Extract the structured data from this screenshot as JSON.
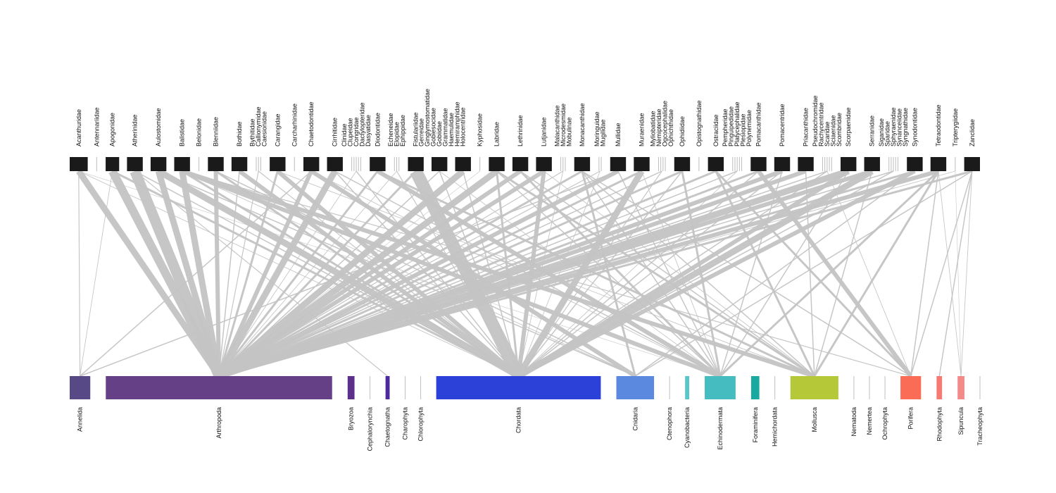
{
  "chart_data": {
    "type": "bipartite",
    "colors": {
      "top_bar": "#1a1a1a",
      "link": "#c4c4c4"
    },
    "top_groups": [
      {
        "labels": [
          "Acanthuridae"
        ],
        "w": 8
      },
      {
        "labels": [
          "Antennariidae"
        ],
        "w": 1
      },
      {
        "labels": [
          "Apogonidae"
        ],
        "w": 6
      },
      {
        "labels": [
          "Atherinidae"
        ],
        "w": 7
      },
      {
        "labels": [
          "Aulostomidae"
        ],
        "w": 7
      },
      {
        "labels": [
          "Balistidae"
        ],
        "w": 7
      },
      {
        "labels": [
          "Belonidae"
        ],
        "w": 1
      },
      {
        "labels": [
          "Blenniidae"
        ],
        "w": 7
      },
      {
        "labels": [
          "Bothidae"
        ],
        "w": 7
      },
      {
        "labels": [
          "Bythitidae",
          "Callionymidae",
          "Caesionidae"
        ],
        "w": 3
      },
      {
        "labels": [
          "Carangidae"
        ],
        "w": 7
      },
      {
        "labels": [
          "Carcharhinidae"
        ],
        "w": 1
      },
      {
        "labels": [
          "Chaetodontidae"
        ],
        "w": 7
      },
      {
        "labels": [
          "Cirrhitidae"
        ],
        "w": 7
      },
      {
        "labels": [
          "Clinidae",
          "Clupeidae",
          "Congridae",
          "Dactylopteridae",
          "Dasyatidae"
        ],
        "w": 5
      },
      {
        "labels": [
          "Diodontidae"
        ],
        "w": 7
      },
      {
        "labels": [
          "Echeneidae",
          "Elopidae",
          "Ephippidae"
        ],
        "w": 3
      },
      {
        "labels": [
          "Fistulariidae"
        ],
        "w": 7
      },
      {
        "labels": [
          "Gerreidae",
          "Ginglymostomatidae",
          "Gobiesocidae",
          "Gobiidae",
          "Grammatidae",
          "Haemulidae",
          "Hemiramphidae"
        ],
        "w": 7
      },
      {
        "labels": [
          "Holocentridae"
        ],
        "w": 7
      },
      {
        "labels": [
          "Kyphosidae"
        ],
        "w": 1
      },
      {
        "labels": [
          "Labridae"
        ],
        "w": 7
      },
      {
        "labels": [
          "Lethrinidae"
        ],
        "w": 7
      },
      {
        "labels": [
          "Lutjanidae"
        ],
        "w": 7
      },
      {
        "labels": [
          "Malacanthidae",
          "Microdesmidae",
          "Mobulinae"
        ],
        "w": 3
      },
      {
        "labels": [
          "Monacanthidae"
        ],
        "w": 7
      },
      {
        "labels": [
          "Moringuidae",
          "Mugilidae"
        ],
        "w": 2
      },
      {
        "labels": [
          "Mullidae"
        ],
        "w": 7
      },
      {
        "labels": [
          "Muraenidae"
        ],
        "w": 7
      },
      {
        "labels": [
          "Myliobatidae",
          "Nemipteridae",
          "Ogcocephalidae",
          "Ophichthidae"
        ],
        "w": 4
      },
      {
        "labels": [
          "Ophidiidae"
        ],
        "w": 7
      },
      {
        "labels": [
          "Opistognathidae"
        ],
        "w": 1
      },
      {
        "labels": [
          "Ostraciidae"
        ],
        "w": 7
      },
      {
        "labels": [
          "Pempheridae",
          "Pinguipedidae",
          "Platycephalidae",
          "Plesiopidae",
          "Polynemidae"
        ],
        "w": 5
      },
      {
        "labels": [
          "Pomacanthidae"
        ],
        "w": 7
      },
      {
        "labels": [
          "Pomacentridae"
        ],
        "w": 7
      },
      {
        "labels": [
          "Priacanthidae"
        ],
        "w": 7
      },
      {
        "labels": [
          "Pseudochromidae",
          "Rachycentridae",
          "Scaridae",
          "Sciaenidae",
          "Scombridae"
        ],
        "w": 5
      },
      {
        "labels": [
          "Scorpaenidae"
        ],
        "w": 7
      },
      {
        "labels": [
          "Serranidae"
        ],
        "w": 7
      },
      {
        "labels": [
          "Siganidae",
          "Sparidae",
          "Sphyraenidae",
          "Synanceiidae",
          "Syngnathidae"
        ],
        "w": 5
      },
      {
        "labels": [
          "Synodontidae"
        ],
        "w": 7
      },
      {
        "labels": [
          "Tetraodontidae"
        ],
        "w": 7
      },
      {
        "labels": [
          "Tripterygiidae"
        ],
        "w": 1
      },
      {
        "labels": [
          "Zanclidae"
        ],
        "w": 7
      }
    ],
    "bottom_nodes": [
      {
        "name": "Annelida",
        "color": "#574985",
        "value": 3
      },
      {
        "name": "Arthropoda",
        "color": "#664087",
        "value": 33
      },
      {
        "name": "Bryozoa",
        "color": "#5b2f8a",
        "value": 1
      },
      {
        "name": "Cephalorynchia",
        "color": "#999999",
        "value": 0
      },
      {
        "name": "Chaetognatha",
        "color": "#4a2a9e",
        "value": 0.6
      },
      {
        "name": "Charophyta",
        "color": "#999999",
        "value": 0
      },
      {
        "name": "Chlorophyta",
        "color": "#999999",
        "value": 0
      },
      {
        "name": "Chordata",
        "color": "#2b41d7",
        "value": 24
      },
      {
        "name": "Cnidaria",
        "color": "#5b89e0",
        "value": 5.5
      },
      {
        "name": "Ctenophora",
        "color": "#999999",
        "value": 0
      },
      {
        "name": "Cyanobacteria",
        "color": "#58c6cd",
        "value": 0.6
      },
      {
        "name": "Echinodermata",
        "color": "#44bcc0",
        "value": 4.5
      },
      {
        "name": "Foraminifera",
        "color": "#19a9a0",
        "value": 1.2
      },
      {
        "name": "Hemichordata",
        "color": "#2ca05e",
        "value": 0
      },
      {
        "name": "Mollusca",
        "color": "#b5c938",
        "value": 7
      },
      {
        "name": "Nematoda",
        "color": "#999999",
        "value": 0
      },
      {
        "name": "Nemertea",
        "color": "#d8c04a",
        "value": 0
      },
      {
        "name": "Ochrophyta",
        "color": "#999999",
        "value": 0
      },
      {
        "name": "Porifera",
        "color": "#fa6c55",
        "value": 3
      },
      {
        "name": "Rhodophyta",
        "color": "#f47a73",
        "value": 0.8
      },
      {
        "name": "Sipuncula",
        "color": "#f38a8a",
        "value": 1
      },
      {
        "name": "Tracheophyta",
        "color": "#999999",
        "value": 0
      }
    ],
    "links": [
      [
        0,
        0,
        0.4
      ],
      [
        0,
        1,
        3
      ],
      [
        0,
        7,
        0.3
      ],
      [
        0,
        11,
        0.2
      ],
      [
        2,
        1,
        4
      ],
      [
        2,
        7,
        1
      ],
      [
        2,
        0,
        0.3
      ],
      [
        3,
        1,
        5
      ],
      [
        3,
        7,
        0.5
      ],
      [
        3,
        4,
        0.4
      ],
      [
        4,
        1,
        3
      ],
      [
        4,
        7,
        3
      ],
      [
        4,
        8,
        0.5
      ],
      [
        5,
        1,
        3
      ],
      [
        5,
        7,
        1
      ],
      [
        5,
        11,
        2
      ],
      [
        5,
        14,
        2
      ],
      [
        5,
        18,
        0.4
      ],
      [
        5,
        8,
        0.3
      ],
      [
        7,
        1,
        2
      ],
      [
        7,
        7,
        1
      ],
      [
        7,
        8,
        0.5
      ],
      [
        8,
        7,
        2
      ],
      [
        8,
        1,
        0.5
      ],
      [
        9,
        7,
        0.4
      ],
      [
        9,
        1,
        0.4
      ],
      [
        10,
        7,
        2
      ],
      [
        10,
        1,
        1
      ],
      [
        10,
        14,
        0.3
      ],
      [
        12,
        1,
        2
      ],
      [
        12,
        8,
        2
      ],
      [
        12,
        0,
        0.5
      ],
      [
        12,
        11,
        0.3
      ],
      [
        13,
        1,
        3
      ],
      [
        13,
        7,
        0.5
      ],
      [
        13,
        11,
        0.5
      ],
      [
        14,
        7,
        0.5
      ],
      [
        14,
        1,
        0.3
      ],
      [
        15,
        11,
        2
      ],
      [
        15,
        1,
        1
      ],
      [
        15,
        14,
        1
      ],
      [
        16,
        7,
        0.4
      ],
      [
        16,
        1,
        0.3
      ],
      [
        17,
        7,
        6
      ],
      [
        17,
        1,
        1
      ],
      [
        18,
        7,
        0.5
      ],
      [
        18,
        1,
        0.5
      ],
      [
        18,
        11,
        0.3
      ],
      [
        19,
        1,
        3
      ],
      [
        19,
        7,
        0.5
      ],
      [
        20,
        1,
        0.2
      ],
      [
        21,
        1,
        3
      ],
      [
        21,
        7,
        1
      ],
      [
        21,
        14,
        1
      ],
      [
        21,
        11,
        0.5
      ],
      [
        22,
        1,
        2
      ],
      [
        22,
        11,
        1
      ],
      [
        22,
        14,
        0.5
      ],
      [
        23,
        7,
        2
      ],
      [
        23,
        1,
        2
      ],
      [
        23,
        14,
        0.3
      ],
      [
        24,
        1,
        0.4
      ],
      [
        24,
        7,
        0.3
      ],
      [
        25,
        1,
        1
      ],
      [
        25,
        8,
        1
      ],
      [
        25,
        18,
        0.5
      ],
      [
        25,
        11,
        0.5
      ],
      [
        25,
        14,
        0.5
      ],
      [
        26,
        1,
        0.4
      ],
      [
        26,
        7,
        0.3
      ],
      [
        27,
        1,
        2
      ],
      [
        27,
        0,
        0.5
      ],
      [
        27,
        11,
        0.5
      ],
      [
        28,
        7,
        3
      ],
      [
        28,
        1,
        1
      ],
      [
        28,
        11,
        0.3
      ],
      [
        29,
        1,
        0.5
      ],
      [
        29,
        7,
        0.4
      ],
      [
        30,
        1,
        1
      ],
      [
        30,
        7,
        0.5
      ],
      [
        30,
        11,
        1
      ],
      [
        32,
        1,
        1
      ],
      [
        32,
        18,
        1
      ],
      [
        32,
        14,
        1
      ],
      [
        33,
        1,
        0.5
      ],
      [
        33,
        7,
        0.3
      ],
      [
        34,
        18,
        2
      ],
      [
        34,
        1,
        1
      ],
      [
        34,
        7,
        0.5
      ],
      [
        35,
        1,
        2
      ],
      [
        35,
        7,
        0.5
      ],
      [
        35,
        11,
        0.5
      ],
      [
        36,
        1,
        2
      ],
      [
        36,
        14,
        0.5
      ],
      [
        37,
        7,
        0.5
      ],
      [
        37,
        1,
        0.5
      ],
      [
        37,
        18,
        0.3
      ],
      [
        38,
        1,
        3
      ],
      [
        38,
        7,
        2
      ],
      [
        38,
        11,
        0.5
      ],
      [
        39,
        7,
        3
      ],
      [
        39,
        1,
        2
      ],
      [
        39,
        14,
        0.5
      ],
      [
        40,
        7,
        0.5
      ],
      [
        40,
        1,
        0.5
      ],
      [
        41,
        7,
        2
      ],
      [
        41,
        1,
        1
      ],
      [
        41,
        8,
        0.5
      ],
      [
        42,
        1,
        2
      ],
      [
        42,
        18,
        0.5
      ],
      [
        42,
        11,
        1
      ],
      [
        42,
        14,
        1
      ],
      [
        42,
        20,
        0.3
      ],
      [
        43,
        1,
        0.3
      ],
      [
        43,
        20,
        0.2
      ],
      [
        44,
        1,
        1
      ],
      [
        44,
        19,
        0.5
      ],
      [
        44,
        8,
        0.5
      ],
      [
        44,
        18,
        0.5
      ],
      [
        44,
        20,
        0.3
      ]
    ]
  }
}
